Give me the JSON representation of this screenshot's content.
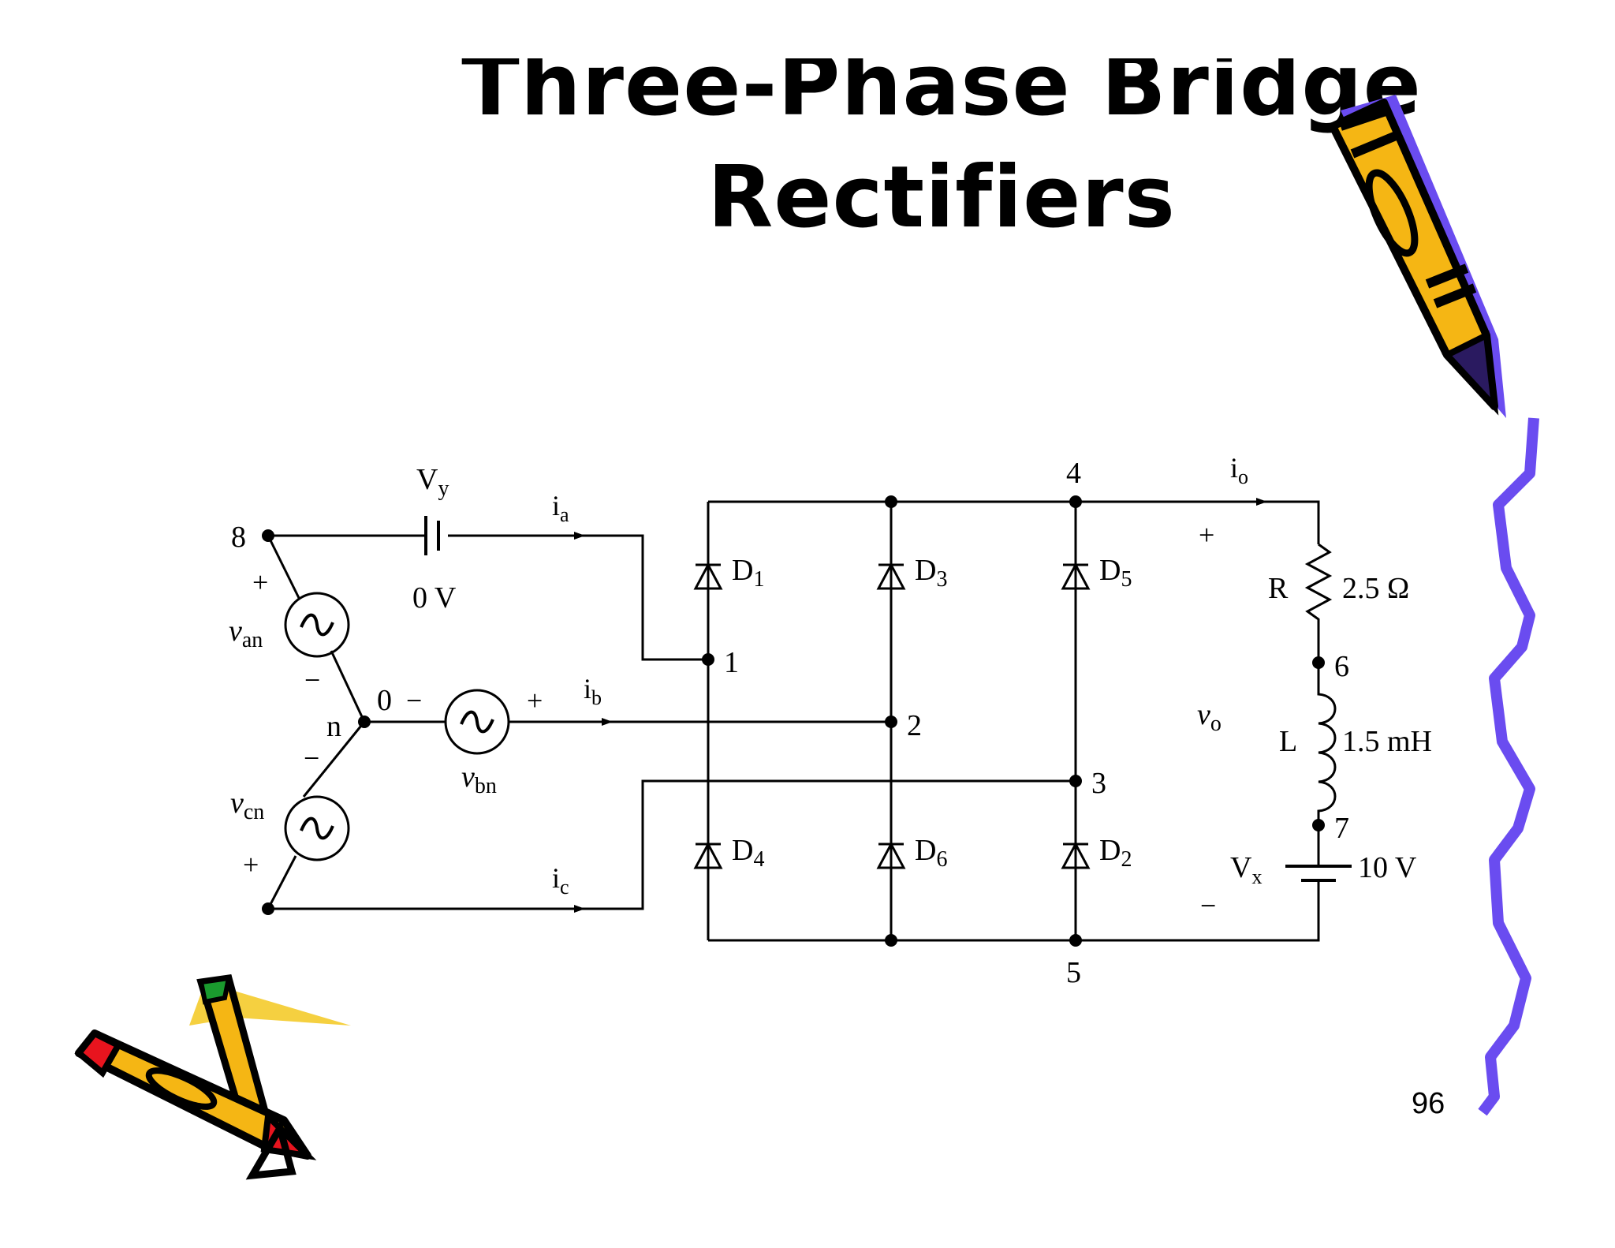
{
  "slide": {
    "title_line1": "Three-Phase Bridge",
    "title_line2": "Rectifiers",
    "page_number": "96"
  },
  "circuit": {
    "nodes": [
      "0",
      "1",
      "2",
      "3",
      "4",
      "5",
      "6",
      "7",
      "8"
    ],
    "phase_node": "n",
    "sources": {
      "van": "v",
      "van_sub": "an",
      "vbn": "v",
      "vbn_sub": "bn",
      "vcn": "v",
      "vcn_sub": "cn"
    },
    "currents": {
      "ia": "i",
      "ia_sub": "a",
      "ib": "i",
      "ib_sub": "b",
      "ic": "i",
      "ic_sub": "c",
      "io": "i",
      "io_sub": "o"
    },
    "diodes": [
      {
        "name": "D",
        "sub": "1"
      },
      {
        "name": "D",
        "sub": "3"
      },
      {
        "name": "D",
        "sub": "5"
      },
      {
        "name": "D",
        "sub": "4"
      },
      {
        "name": "D",
        "sub": "6"
      },
      {
        "name": "D",
        "sub": "2"
      }
    ],
    "vy": {
      "label": "V",
      "sub": "y",
      "value": "0 V"
    },
    "resistor": {
      "label": "R",
      "value": "2.5 Ω"
    },
    "inductor": {
      "label": "L",
      "value": "1.5 mH"
    },
    "battery": {
      "label": "V",
      "sub": "x",
      "value": "10 V"
    },
    "vo": {
      "label": "v",
      "sub": "o"
    },
    "signs": {
      "plus": "+",
      "minus": "−"
    }
  },
  "colors": {
    "pencil_body": "#f5b614",
    "pencil_tip": "#e8141e",
    "pencil_cap": "#1a9a2e",
    "squiggle": "#6a4cf0",
    "outline": "#000000"
  }
}
